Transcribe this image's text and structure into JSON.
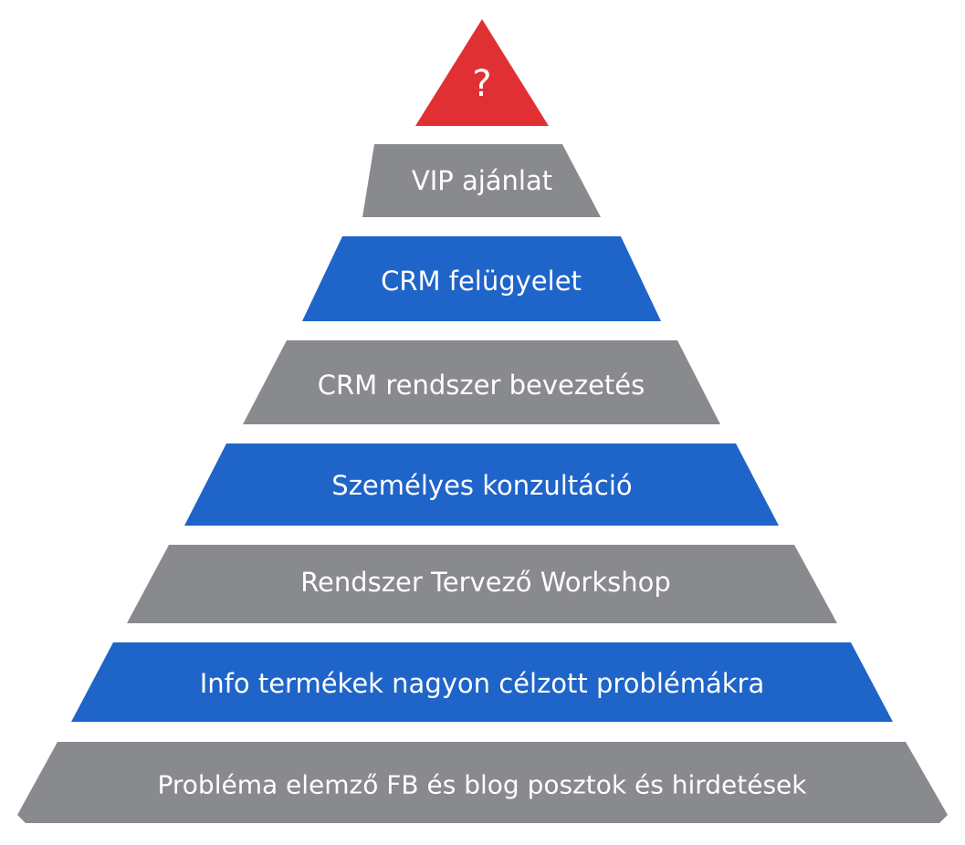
{
  "levels": [
    {
      "label": "?",
      "color": "#e03033"
    },
    {
      "label": "VIP ajánlat",
      "color": "#898a8e"
    },
    {
      "label": "CRM felügyelet",
      "color": "#1f64c8"
    },
    {
      "label": "CRM rendszer bevezetés",
      "color": "#898a8e"
    },
    {
      "label": "Személyes konzultáció",
      "color": "#1f64c8"
    },
    {
      "label": "Rendszer Tervező Workshop",
      "color": "#898a8e"
    },
    {
      "label": "Info termékek nagyon célzott problémákra",
      "color": "#1f64c8"
    },
    {
      "label": "Probléma elemző FB és blog posztok és hirdetések",
      "color": "#898a8e"
    }
  ]
}
